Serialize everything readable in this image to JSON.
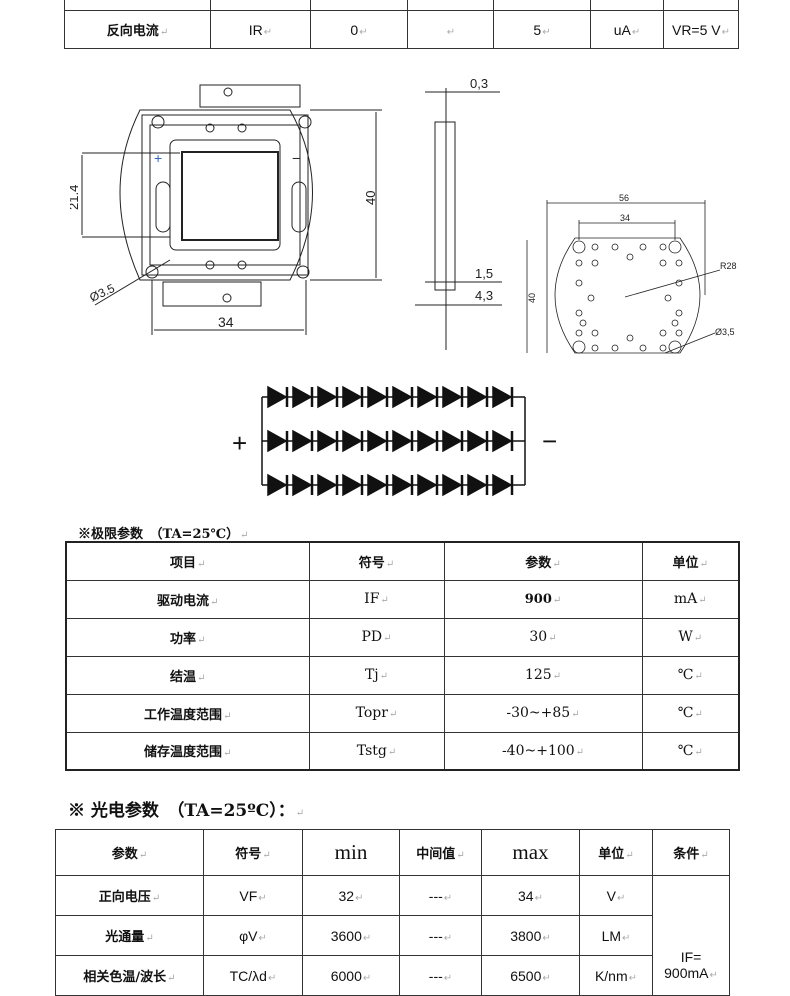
{
  "top_table": {
    "row": [
      "反向电流",
      "IR",
      "0",
      "",
      "5",
      "uA",
      "VR=5 V"
    ]
  },
  "drawings": {
    "front": {
      "dim_height_inner": "21.4",
      "dim_height": "40",
      "dim_width": "34",
      "dim_hole": "Ø3.5",
      "plus": "+",
      "minus": "−"
    },
    "side": {
      "dim_top": "0,3",
      "dim_a": "1,5",
      "dim_b": "4,3"
    },
    "back": {
      "dim_width": "56",
      "dim_hole_span": "34",
      "dim_height": "40",
      "dim_radius": "R28",
      "dim_hole": "Ø3,5"
    }
  },
  "circuit": {
    "plus": "+",
    "minus": "−",
    "rows": 3,
    "diodes_per_row": 10
  },
  "limits": {
    "title": "※极限参数　（TA=25℃）",
    "headers": [
      "项目",
      "符号",
      "参数",
      "单位"
    ],
    "rows": [
      [
        "驱动电流",
        "IF",
        "900",
        "mA"
      ],
      [
        "功率",
        "PD",
        "30",
        "W"
      ],
      [
        "结温",
        "Tj",
        "125",
        "℃"
      ],
      [
        "工作温度范围",
        "Topr",
        "-30~+85",
        "℃"
      ],
      [
        "储存温度范围",
        "Tstg",
        "-40~+100",
        "℃"
      ]
    ]
  },
  "optical": {
    "title": "※ 光电参数　（TA=25ºC）：",
    "headers": [
      "参数",
      "符号",
      "min",
      "中间值",
      "max",
      "单位",
      "条件"
    ],
    "rows": [
      [
        "正向电压",
        "VF",
        "32",
        "---",
        "34",
        "V"
      ],
      [
        "光通量",
        "φV",
        "3600",
        "---",
        "3800",
        "LM"
      ],
      [
        "相关色温/波长",
        "TC/λd",
        "6000",
        "---",
        "6500",
        "K/nm"
      ]
    ],
    "condition": "IF= 900mA"
  }
}
